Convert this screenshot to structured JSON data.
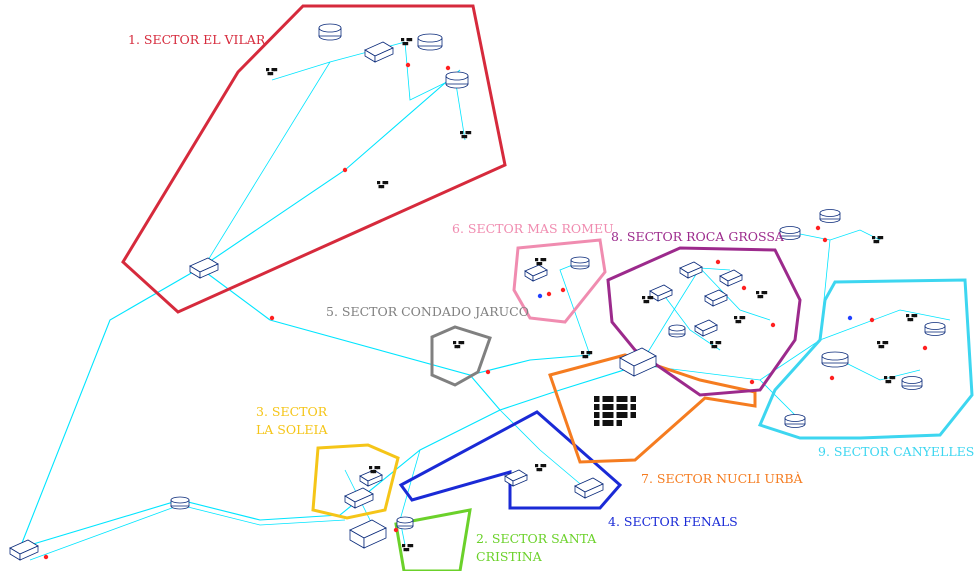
{
  "sectors": {
    "s1": {
      "label": "1. SECTOR EL VILAR",
      "color": "#d62a3c"
    },
    "s2": {
      "label_line1": "2. SECTOR SANTA",
      "label_line2": "CRISTINA",
      "color": "#6bd12a"
    },
    "s3": {
      "label_line1": "3. SECTOR",
      "label_line2": "LA SOLEIA",
      "color": "#f5c518"
    },
    "s4": {
      "label": "4. SECTOR FENALS",
      "color": "#1a2ad6"
    },
    "s5": {
      "label": "5. SECTOR CONDADO JARUCO",
      "color": "#808080"
    },
    "s6": {
      "label": "6. SECTOR MAS ROMEU",
      "color": "#f08cb0"
    },
    "s7": {
      "label": "7. SECTOR NUCLI URBÀ",
      "color": "#f57c20"
    },
    "s8": {
      "label": "8. SECTOR ROCA GROSSA",
      "color": "#9c2a8c"
    },
    "s9": {
      "label": "9. SECTOR CANYELLES",
      "color": "#3dd6f0"
    }
  },
  "colors": {
    "pipe": "#00e5ff",
    "valve": "#ff2020",
    "tank_outline": "#0a2a7a",
    "background": "#ffffff"
  },
  "icons": [
    "tank-icon",
    "pump-station-icon",
    "urbanization-icon",
    "valve-icon"
  ]
}
